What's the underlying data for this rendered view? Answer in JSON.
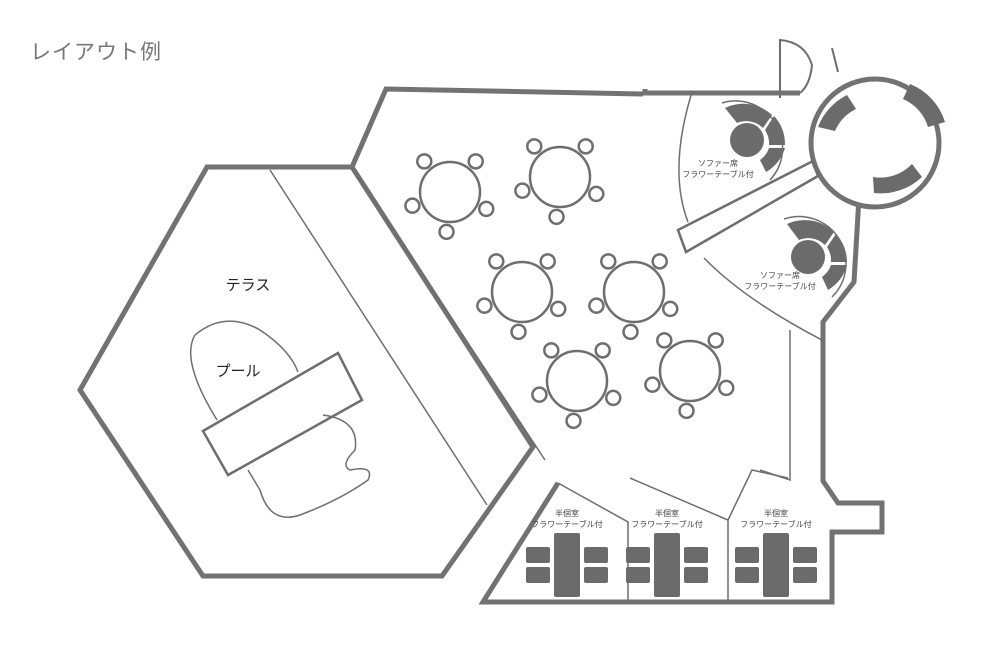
{
  "title": "レイアウト例",
  "areas": {
    "terrace": "テラス",
    "pool": "プール"
  },
  "sofa_seats": [
    {
      "line1": "ソファー席",
      "line2": "フラワーテーブル付"
    },
    {
      "line1": "ソファー席",
      "line2": "フラワーテーブル付"
    }
  ],
  "semi_private_rooms": [
    {
      "line1": "半個室",
      "line2": "フラワーテーブル付"
    },
    {
      "line1": "半個室",
      "line2": "フラワーテーブル付"
    },
    {
      "line1": "半個室",
      "line2": "フラワーテーブル付"
    }
  ],
  "round_tables": {
    "count": 6,
    "chairs_per_table": 5
  },
  "colors": {
    "wall": "#727272",
    "furniture": "#6b6b6b",
    "title": "#777777"
  }
}
